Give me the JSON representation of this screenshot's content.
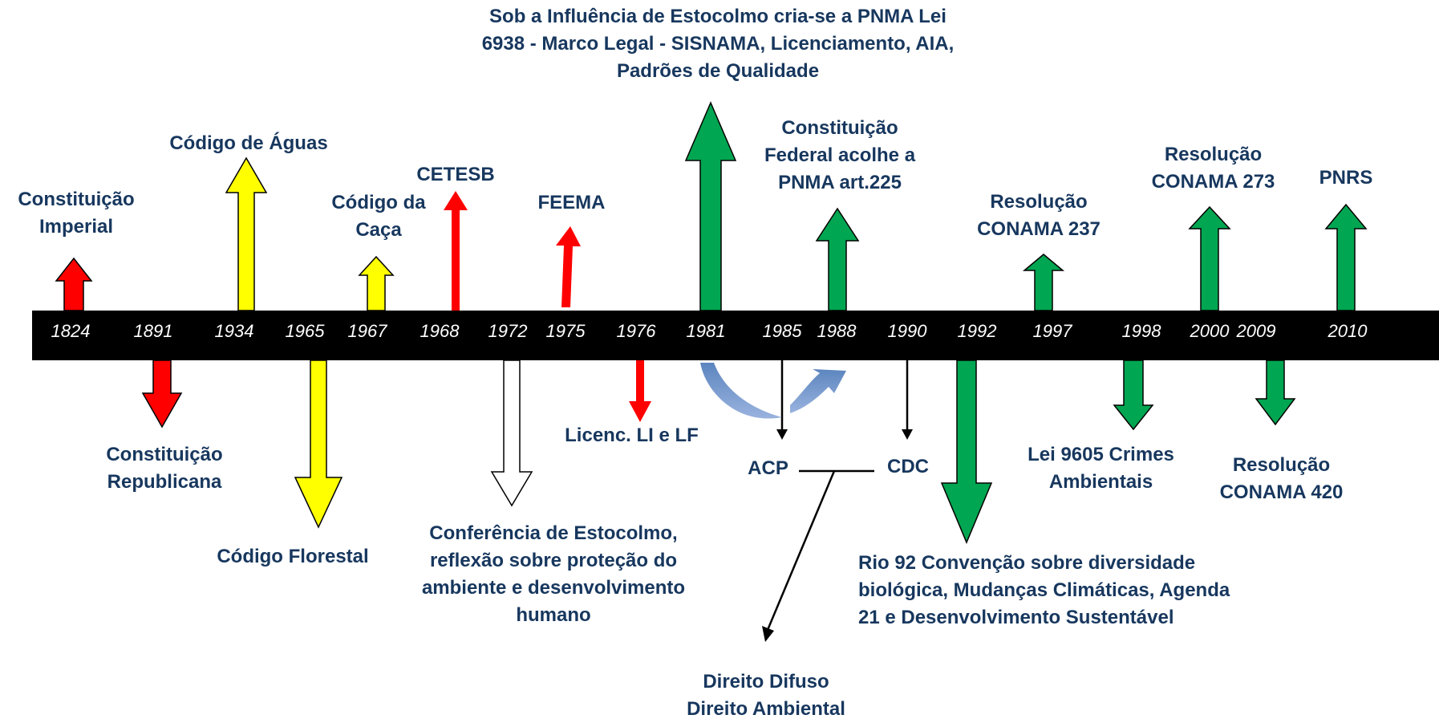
{
  "timeline": {
    "years": [
      "1824",
      "1891",
      "1934",
      "1965",
      "1967",
      "1968",
      "1972",
      "1975",
      "1976",
      "1981",
      "1985",
      "1988",
      "1990",
      "1992",
      "1997",
      "1998",
      "2000",
      "2009",
      "2010"
    ]
  },
  "colors": {
    "red": "#ff0000",
    "yellow": "#ffff00",
    "green": "#00a651",
    "white": "#ffffff",
    "text": "#17375e",
    "bar": "#000000"
  },
  "labels": {
    "constituicao_imperial": "Constituição\nImperial",
    "codigo_aguas": "Código de Águas",
    "codigo_caca": "Código da\nCaça",
    "cetesb": "CETESB",
    "feema": "FEEMA",
    "pnma": "Sob a  Influência de Estocolmo cria-se a PNMA Lei\n6938 -  Marco Legal -  SISNAMA, Licenciamento, AIA,\nPadrões de Qualidade",
    "constituicao_federal": "Constituição\nFederal acolhe a\nPNMA art.225",
    "conama_237": "Resolução\nCONAMA 237",
    "conama_273": "Resolução\nCONAMA 273",
    "pnrs": "PNRS",
    "constituicao_republicana": "Constituição\nRepublicana",
    "codigo_florestal": "Código Florestal",
    "estocolmo": "Conferência de Estocolmo,\nreflexão sobre proteção do\nambiente e desenvolvimento\nhumano",
    "licenc": "Licenc. LI e LF",
    "acp": "ACP",
    "cdc": "CDC",
    "direito": "Direito Difuso\n Direito Ambiental",
    "rio92": "Rio 92 Convenção sobre diversidade\nbiológica, Mudanças Climáticas, Agenda\n21 e Desenvolvimento Sustentável",
    "lei_9605": "Lei 9605 Crimes\nAmbientais",
    "conama_420": "Resolução\nCONAMA 420"
  }
}
